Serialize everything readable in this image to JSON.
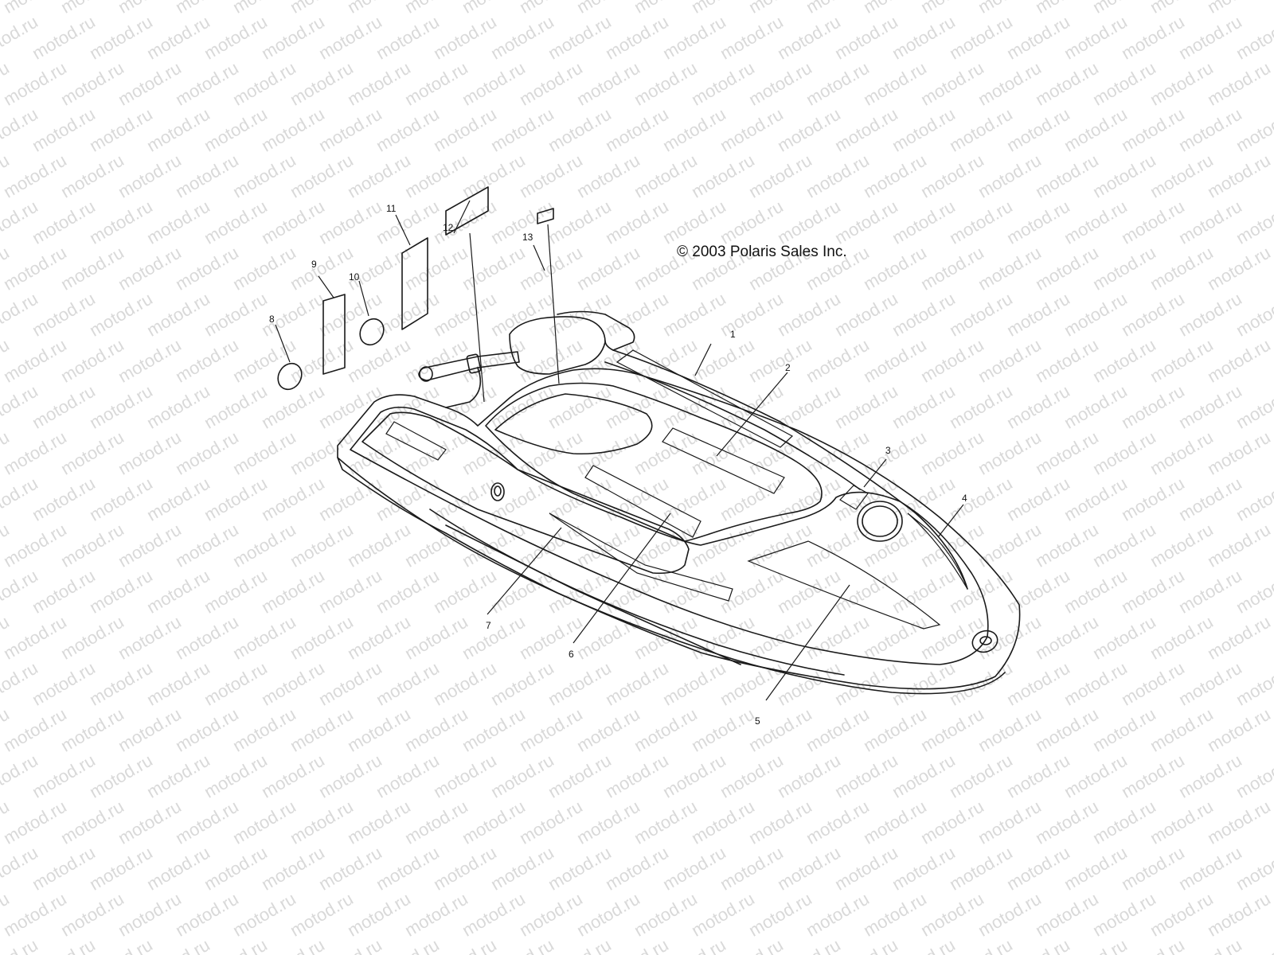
{
  "watermark": "motod.ru",
  "copyright": "© 2003 Polaris Sales Inc.",
  "callouts": [
    {
      "id": "1",
      "label": "1"
    },
    {
      "id": "2",
      "label": "2"
    },
    {
      "id": "3",
      "label": "3"
    },
    {
      "id": "4",
      "label": "4"
    },
    {
      "id": "5",
      "label": "5"
    },
    {
      "id": "6",
      "label": "6"
    },
    {
      "id": "7",
      "label": "7"
    },
    {
      "id": "8",
      "label": "8"
    },
    {
      "id": "9",
      "label": "9"
    },
    {
      "id": "10",
      "label": "10"
    },
    {
      "id": "11",
      "label": "11"
    },
    {
      "id": "12",
      "label": "12"
    },
    {
      "id": "13",
      "label": "13"
    }
  ],
  "colors": {
    "line": "#1a1a1a",
    "watermark": "#d9d9d9",
    "background": "#ffffff"
  }
}
